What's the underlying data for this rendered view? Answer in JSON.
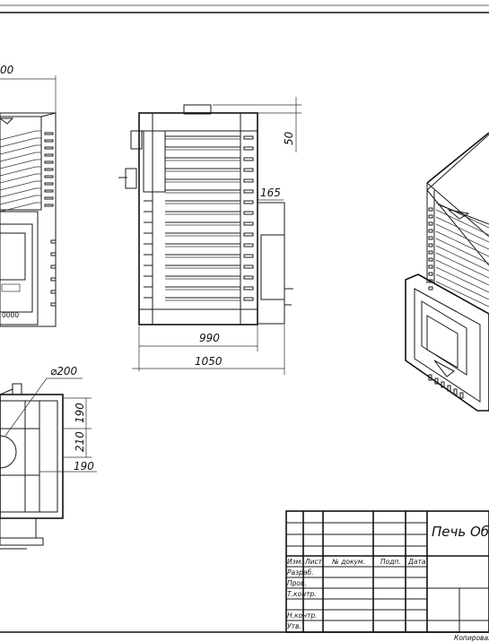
{
  "dimensions": {
    "side_top_cut": "00",
    "chimney_height": "50",
    "door_offset": "165",
    "width_inner": "990",
    "width_total": "1050",
    "pipe_diameter": "⌀200",
    "top_vertical_1": "190",
    "top_vertical_2": "210",
    "top_horizontal": "190"
  },
  "title_block": {
    "title": "Печь Об",
    "columns": [
      "Изм.",
      "Лист",
      "№ докум.",
      "Подп.",
      "Дата"
    ],
    "rows": [
      "Разраб.",
      "Пров.",
      "Т.контр.",
      "Н.контр.",
      "Утв."
    ],
    "footer": "Копировал"
  }
}
